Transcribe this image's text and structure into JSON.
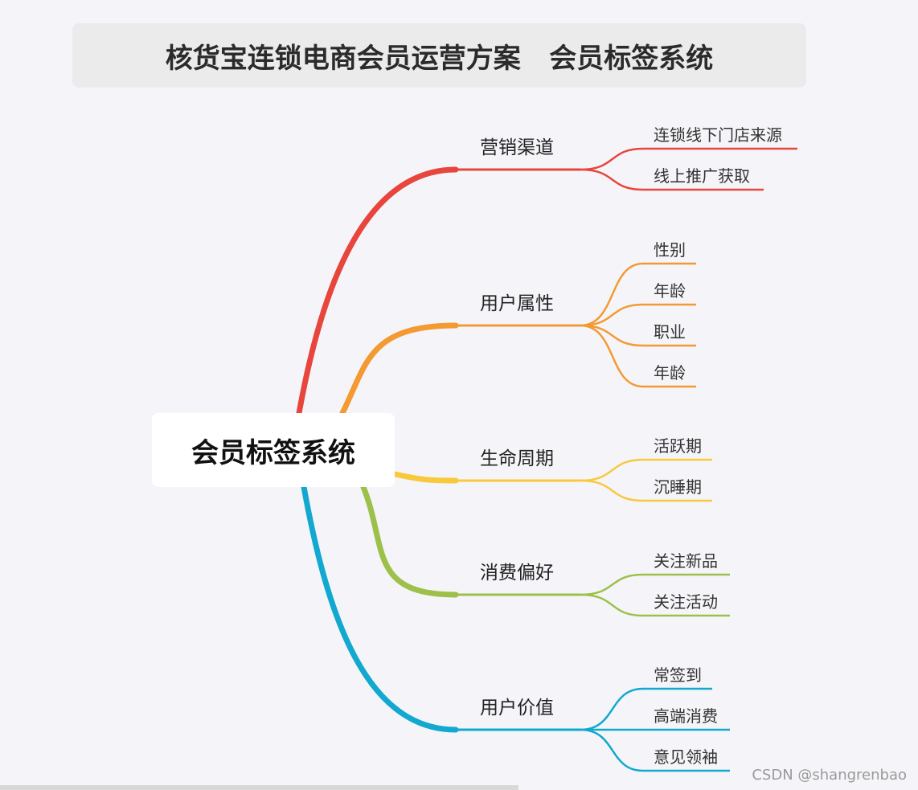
{
  "title": "核货宝连锁电商会员运营方案   会员标签系统",
  "central_topic": "会员标签系统",
  "branches": [
    {
      "label": "营销渠道",
      "color": "#e8453c",
      "leaves": [
        "连锁线下门店来源",
        "线上推广获取"
      ]
    },
    {
      "label": "用户属性",
      "color": "#f39a32",
      "leaves": [
        "性别",
        "年龄",
        "职业",
        "年龄"
      ]
    },
    {
      "label": "生命周期",
      "color": "#f8c93c",
      "leaves": [
        "活跃期",
        "沉睡期"
      ]
    },
    {
      "label": "消费偏好",
      "color": "#9cc04a",
      "leaves": [
        "关注新品",
        "关注活动"
      ]
    },
    {
      "label": "用户价值",
      "color": "#13a8cf",
      "leaves": [
        "常签到",
        "高端消费",
        "意见领袖"
      ]
    }
  ],
  "watermark": "CSDN @shangrenbao"
}
